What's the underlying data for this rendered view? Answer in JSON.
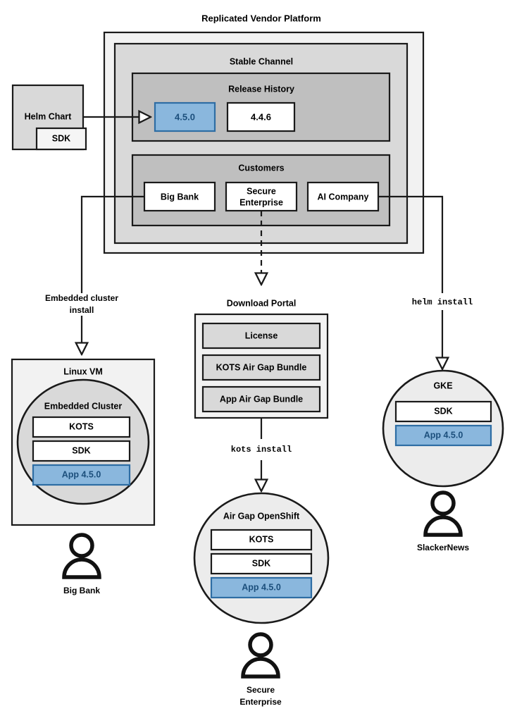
{
  "diagram": {
    "title": "Replicated Vendor Platform",
    "platform": {
      "channel_label": "Stable Channel",
      "release_history": {
        "label": "Release History",
        "releases": [
          {
            "version": "4.5.0",
            "state": "current",
            "color": "#8ab7dd"
          },
          {
            "version": "4.4.6",
            "state": "previous",
            "color": "#ffffff"
          }
        ]
      },
      "customers": {
        "label": "Customers",
        "items": [
          {
            "name": "Big Bank"
          },
          {
            "name": "Secure\nEnterprise",
            "line1": "Secure",
            "line2": "Enterprise"
          },
          {
            "name": "AI Company"
          }
        ]
      }
    },
    "source": {
      "label": "Helm Chart",
      "sdk_label": "SDK"
    },
    "edges": {
      "embedded_install": {
        "line1": "Embedded cluster",
        "line2": "install"
      },
      "kots_install": "kots install",
      "helm_install": "helm install"
    },
    "targets": [
      {
        "id": "linux-vm",
        "label": "Linux VM",
        "inner_label": "Embedded Cluster",
        "components": [
          {
            "label": "KOTS",
            "color": "#ffffff"
          },
          {
            "label": "SDK",
            "color": "#ffffff"
          },
          {
            "label": "App 4.5.0",
            "color": "#8ab7dd"
          }
        ],
        "customer": "Big Bank"
      },
      {
        "id": "air-gap-openshift",
        "label": "Air Gap OpenShift",
        "components": [
          {
            "label": "KOTS",
            "color": "#ffffff"
          },
          {
            "label": "SDK",
            "color": "#ffffff"
          },
          {
            "label": "App 4.5.0",
            "color": "#8ab7dd"
          }
        ],
        "customer_line1": "Secure",
        "customer_line2": "Enterprise"
      },
      {
        "id": "gke",
        "label": "GKE",
        "components": [
          {
            "label": "SDK",
            "color": "#ffffff"
          },
          {
            "label": "App 4.5.0",
            "color": "#8ab7dd"
          }
        ],
        "customer": "SlackerNews"
      }
    ],
    "download_portal": {
      "label": "Download Portal",
      "artifacts": [
        {
          "label": "License"
        },
        {
          "label": "KOTS Air Gap Bundle"
        },
        {
          "label": "App Air Gap Bundle"
        }
      ]
    },
    "colors": {
      "accent_blue": "#8ab7dd",
      "accent_blue_border": "#2e6da4",
      "accent_blue_text": "#1c4f7c",
      "platform_bg": "#f2f2f2",
      "channel_bg": "#d9d9d9",
      "section_bg": "#bfbfbf",
      "stroke": "#1a1a1a"
    }
  }
}
